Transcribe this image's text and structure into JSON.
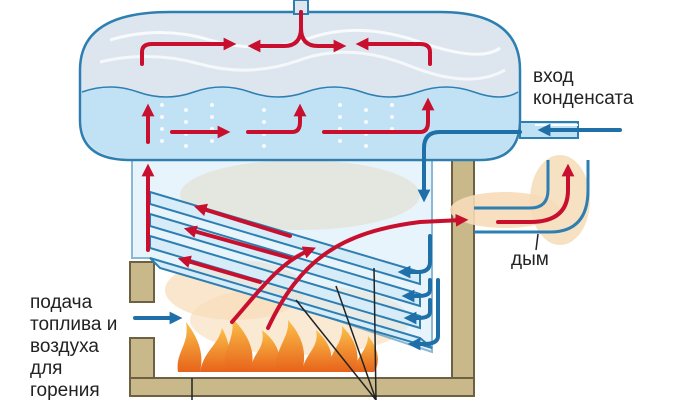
{
  "labels": {
    "condensate_inlet": [
      "вход",
      "конденсата"
    ],
    "smoke": "дым",
    "fuel_air": [
      "подача",
      "топлива и",
      "воздуха",
      "для",
      "горения"
    ]
  },
  "colors": {
    "steam": "#dde6ef",
    "water": "#bfe1f4",
    "tube_fill": "#d6ecf9",
    "outline": "#2d7fb2",
    "hot_flow": "#c8102e",
    "cold_flow": "#1f6fa8",
    "furnace": "#c9b98a",
    "flame": "#f08a1c",
    "smoke": "#f6dcb8",
    "leader_line": "#222222"
  }
}
